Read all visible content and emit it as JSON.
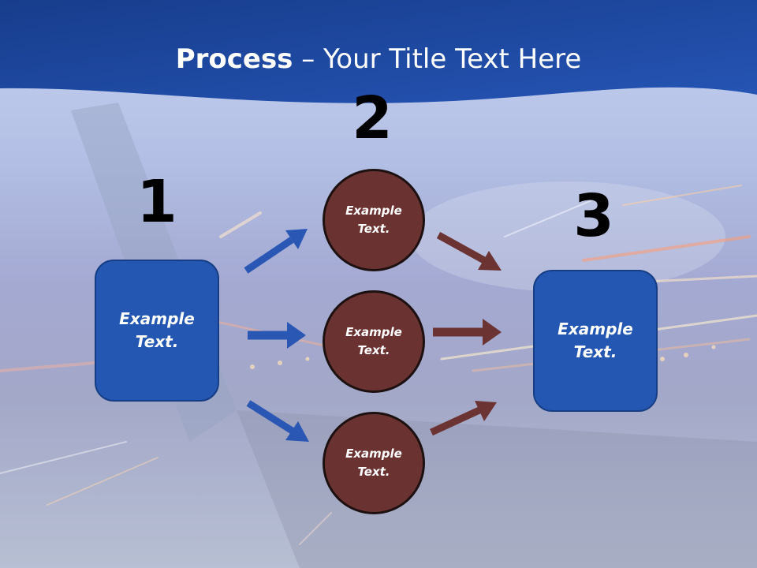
{
  "title": {
    "bold": "Process",
    "rest": " – Your Title Text Here"
  },
  "steps": [
    {
      "number": "1",
      "label": "Example\nText."
    },
    {
      "number": "2",
      "label": "Example\nText."
    },
    {
      "number": "3",
      "label": "Example\nText."
    }
  ],
  "circles": [
    {
      "label": "Example\nText."
    },
    {
      "label": "Example\nText."
    },
    {
      "label": "Example\nText."
    }
  ],
  "colors": {
    "header": "#2150a9",
    "box_fill": "#2457b1",
    "circle_fill": "#6a3331",
    "blue_arrow": "#2a57b4",
    "brown_arrow": "#6b3432"
  }
}
